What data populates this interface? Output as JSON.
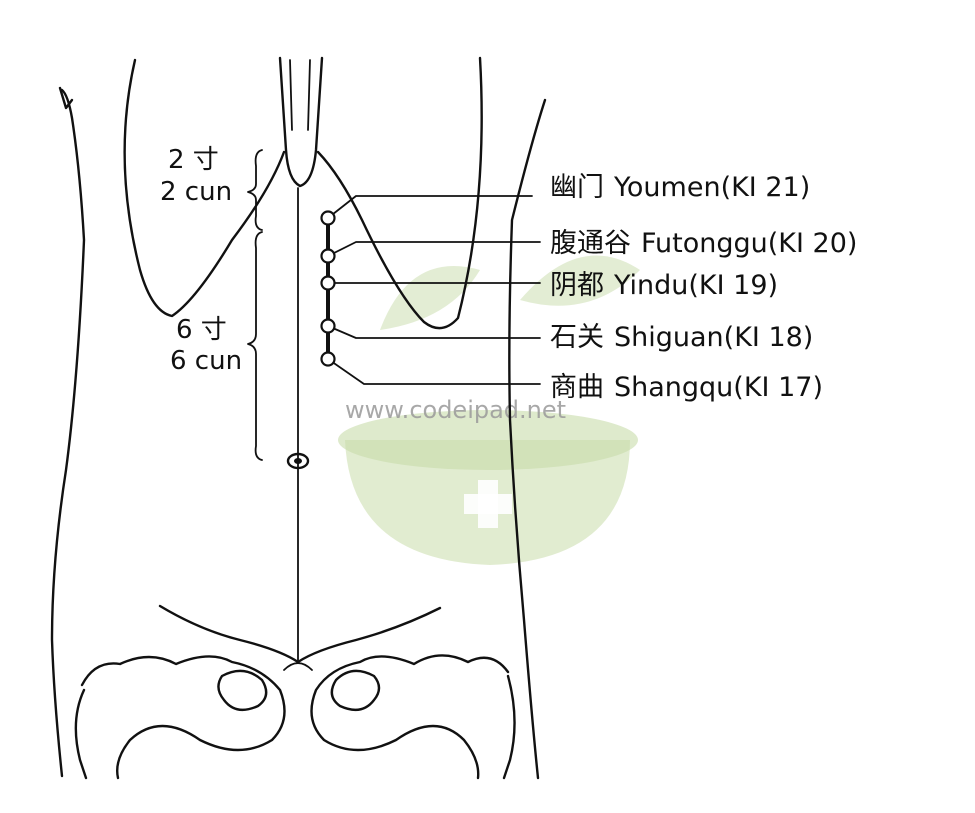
{
  "measurements": {
    "upper": {
      "cn": "2 寸",
      "en": "2 cun"
    },
    "lower": {
      "cn": "6 寸",
      "en": "6 cun"
    }
  },
  "points": [
    {
      "cn": "幽门",
      "en": "Youmen(KI 21)"
    },
    {
      "cn": "腹通谷",
      "en": "Futonggu(KI 20)"
    },
    {
      "cn": "阴都",
      "en": "Yindu(KI 19)"
    },
    {
      "cn": "石关",
      "en": "Shiguan(KI 18)"
    },
    {
      "cn": "商曲",
      "en": "Shangqu(KI 17)"
    }
  ],
  "watermark": {
    "text": "www.codeipad.net",
    "color": "#c8dcaa"
  }
}
